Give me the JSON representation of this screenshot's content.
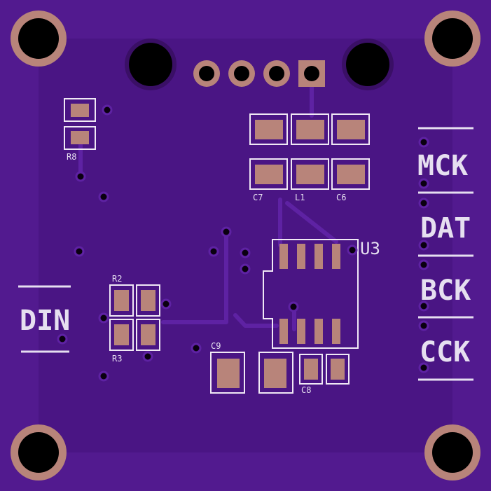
{
  "board": {
    "colors": {
      "board": "#521a8f",
      "board_edge": "#5a1f99",
      "ground_pour": "#4a1584",
      "copper_trace": "#5e22a3",
      "pad": "#b8847a",
      "pad_outline": "#f0e8f5",
      "silkscreen": "#e6dff0",
      "via": "#0a0010",
      "drill": "#000000"
    }
  },
  "components": {
    "r8": {
      "ref": "R8"
    },
    "r2": {
      "ref": "R2"
    },
    "r3": {
      "ref": "R3"
    },
    "c7": {
      "ref": "C7"
    },
    "l1": {
      "ref": "L1"
    },
    "c6": {
      "ref": "C6"
    },
    "c9": {
      "ref": "C9"
    },
    "c8": {
      "ref": "C8"
    },
    "u3": {
      "ref": "U3"
    }
  },
  "signals": {
    "din": "DIN",
    "mck": "MCK",
    "dat": "DAT",
    "bck": "BCK",
    "cck": "CCK"
  }
}
